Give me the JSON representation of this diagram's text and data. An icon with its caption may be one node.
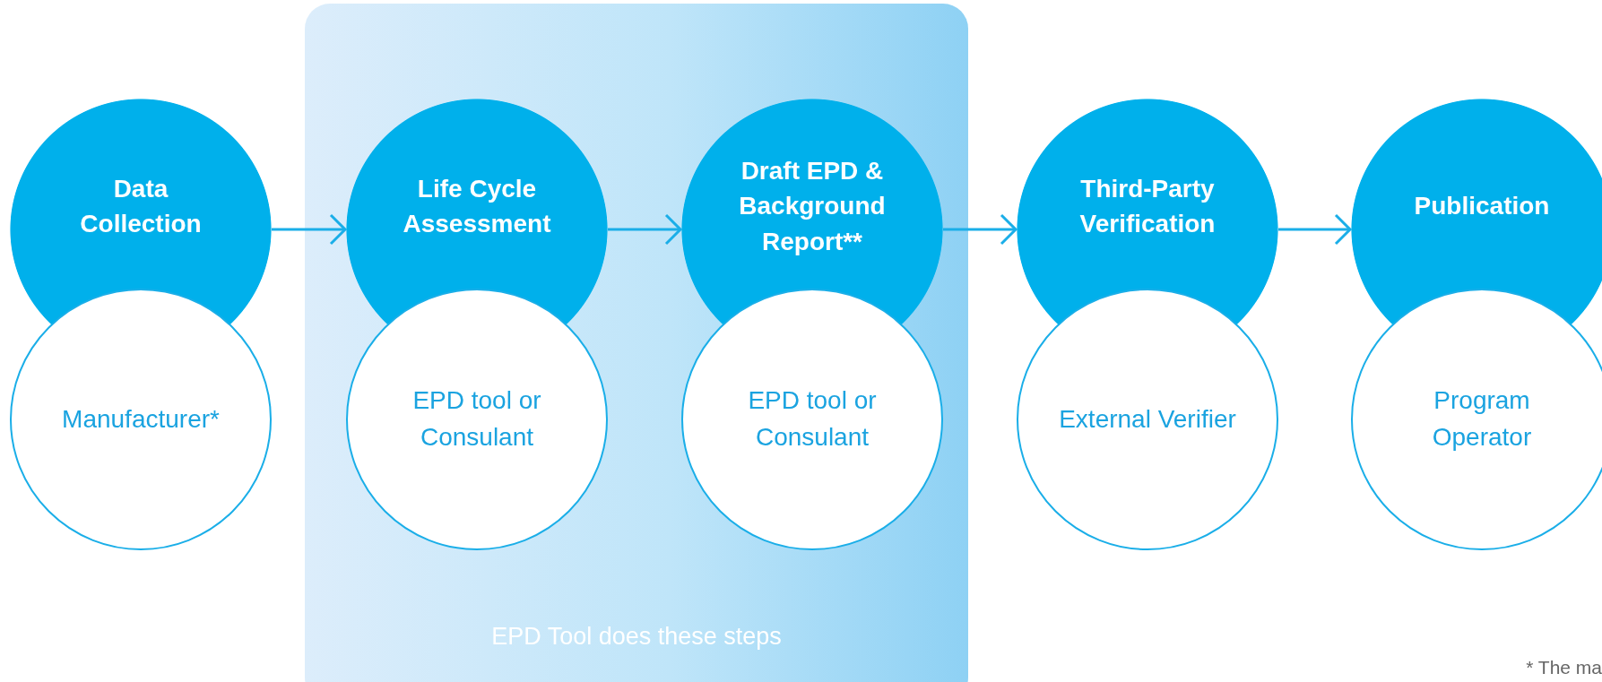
{
  "diagram": {
    "nodes": [
      {
        "text": [
          "EPD Tool does these steps"
        ]
      },
      {
        "text": [
          "Data Collection"
        ]
      },
      {
        "text": [
          "Manufacturer*"
        ]
      },
      {
        "text": [
          "Life Cycle Assessment"
        ],
        "in": 0
      },
      {
        "text": [
          "EPD tool or Consulant"
        ],
        "in": 0
      },
      {
        "text": [
          "Draft EPD & Background Report**"
        ],
        "in": 0
      },
      {
        "text": [
          "EPD tool or Consulant"
        ],
        "in": 0
      },
      {
        "text": [
          "Third-Party Verification"
        ]
      },
      {
        "text": [
          "External Verifier"
        ]
      },
      {
        "text": [
          "Publication"
        ]
      },
      {
        "text": [
          "Program Operator"
        ]
      }
    ],
    "edges": [
      {
        "from": 1,
        "to": 3,
        "arrow": "to"
      },
      {
        "from": 3,
        "to": 5,
        "arrow": "to"
      },
      {
        "from": 5,
        "to": 7,
        "arrow": "to"
      },
      {
        "from": 7,
        "to": 9,
        "arrow": "to"
      }
    ],
    "labels": [
      "* The ma"
    ]
  }
}
